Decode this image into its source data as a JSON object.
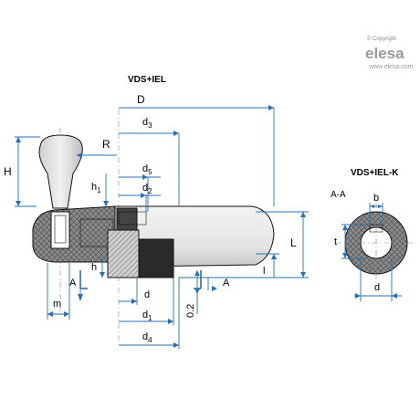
{
  "copyright": "© Copyright",
  "brand": {
    "name": "elesa",
    "url": "www.elesa.com"
  },
  "main_view": {
    "title": "VDS+IEL",
    "dims": {
      "D": "D",
      "d3": "d",
      "d3_sub": "3",
      "R": "R",
      "d5": "d",
      "d5_sub": "5",
      "d2": "d",
      "d2_sub": "2",
      "H": "H",
      "h1": "h",
      "h1_sub": "1",
      "h": "h",
      "L": "L",
      "l": "l",
      "A_left": "A",
      "A_right": "A",
      "m": "m",
      "d": "d",
      "d1": "d",
      "d1_sub": "1",
      "d4": "d",
      "d4_sub": "4",
      "gap": "0.2"
    }
  },
  "section_view": {
    "title": "VDS+IEL-K",
    "section_label": "A-A",
    "dims": {
      "b": "b",
      "t": "t",
      "d": "d"
    }
  },
  "colors": {
    "dimension": "#2a6fb0",
    "body": "#e8e8e8",
    "dark": "#1a1a1a",
    "hatch": "#9a9a9a"
  }
}
